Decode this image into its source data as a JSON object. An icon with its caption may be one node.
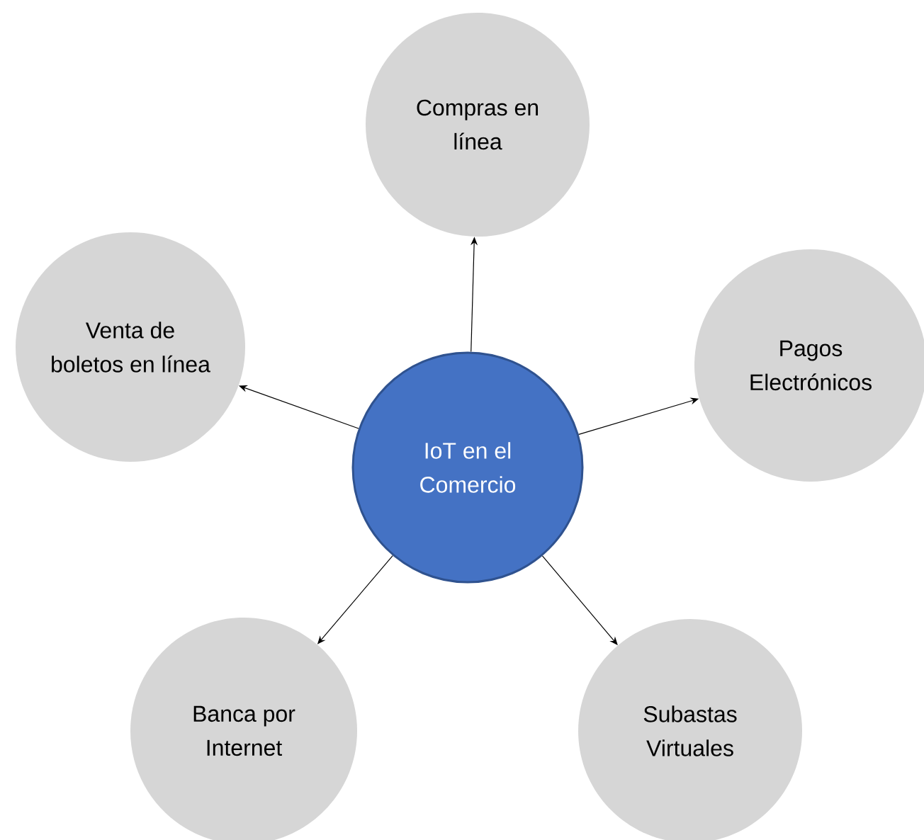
{
  "diagram": {
    "nodes": [
      {
        "text": [
          "Compras en línea"
        ]
      },
      {
        "text": [
          "Venta de boletos en línea"
        ]
      },
      {
        "text": [
          "Pagos Electrónicos"
        ]
      },
      {
        "text": [
          "IoT en el Comercio"
        ]
      },
      {
        "text": [
          "Banca por Internet"
        ]
      },
      {
        "text": [
          "Subastas Virtuales"
        ]
      }
    ],
    "edges": [
      {
        "from": 3,
        "to": 0,
        "arrow": "to"
      },
      {
        "from": 3,
        "to": 1,
        "arrow": "to"
      },
      {
        "from": 3,
        "to": 2,
        "arrow": "to"
      },
      {
        "from": 3,
        "to": 4,
        "arrow": "to"
      },
      {
        "from": 3,
        "to": 5,
        "arrow": "to"
      }
    ]
  }
}
